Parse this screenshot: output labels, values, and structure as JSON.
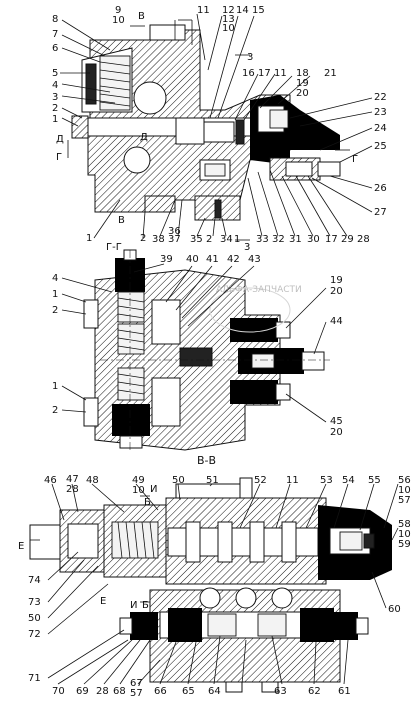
{
  "views": {
    "top": {
      "callouts": {
        "left": [
          "8",
          "7",
          "6",
          "5",
          "4",
          "3",
          "2",
          "1",
          "Д",
          "Г"
        ],
        "top": [
          "9",
          "10",
          "В",
          "11",
          "12",
          "13",
          "10",
          "14",
          "15",
          "3",
          "16",
          "17",
          "11",
          "18",
          "19",
          "20",
          "21"
        ],
        "right": [
          "22",
          "23",
          "24",
          "25",
          "Г",
          "26",
          "27"
        ],
        "bottom": [
          "В",
          "1",
          "2",
          "Г-Г",
          "36",
          "37",
          "38",
          "35",
          "2",
          "34",
          "1",
          "3",
          "33",
          "32",
          "31",
          "30",
          "17",
          "29",
          "28"
        ],
        "inner": [
          "Д"
        ]
      }
    },
    "middle": {
      "title": "В-В",
      "callouts": {
        "left": [
          "4",
          "1",
          "2",
          "1",
          "2"
        ],
        "top": [
          "39",
          "40",
          "41",
          "42",
          "43"
        ],
        "right": [
          "19",
          "20",
          "44",
          "45",
          "20"
        ]
      },
      "watermark": "АЛЬФА-ЗАПЧАСТИ"
    },
    "bottom": {
      "callouts": {
        "top": [
          "46",
          "47",
          "28",
          "48",
          "49",
          "10",
          "50",
          "51",
          "52",
          "11",
          "53",
          "54",
          "55",
          "56",
          "10",
          "57"
        ],
        "right": [
          "58",
          "10",
          "59",
          "60"
        ],
        "left": [
          "Е",
          "74",
          "73",
          "50",
          "72",
          "71"
        ],
        "inner": [
          "И",
          "Б",
          "И",
          "Б",
          "Е"
        ],
        "bottom": [
          "70",
          "69",
          "28",
          "68",
          "67",
          "57",
          "66",
          "65",
          "64",
          "63",
          "62",
          "61"
        ]
      }
    }
  }
}
